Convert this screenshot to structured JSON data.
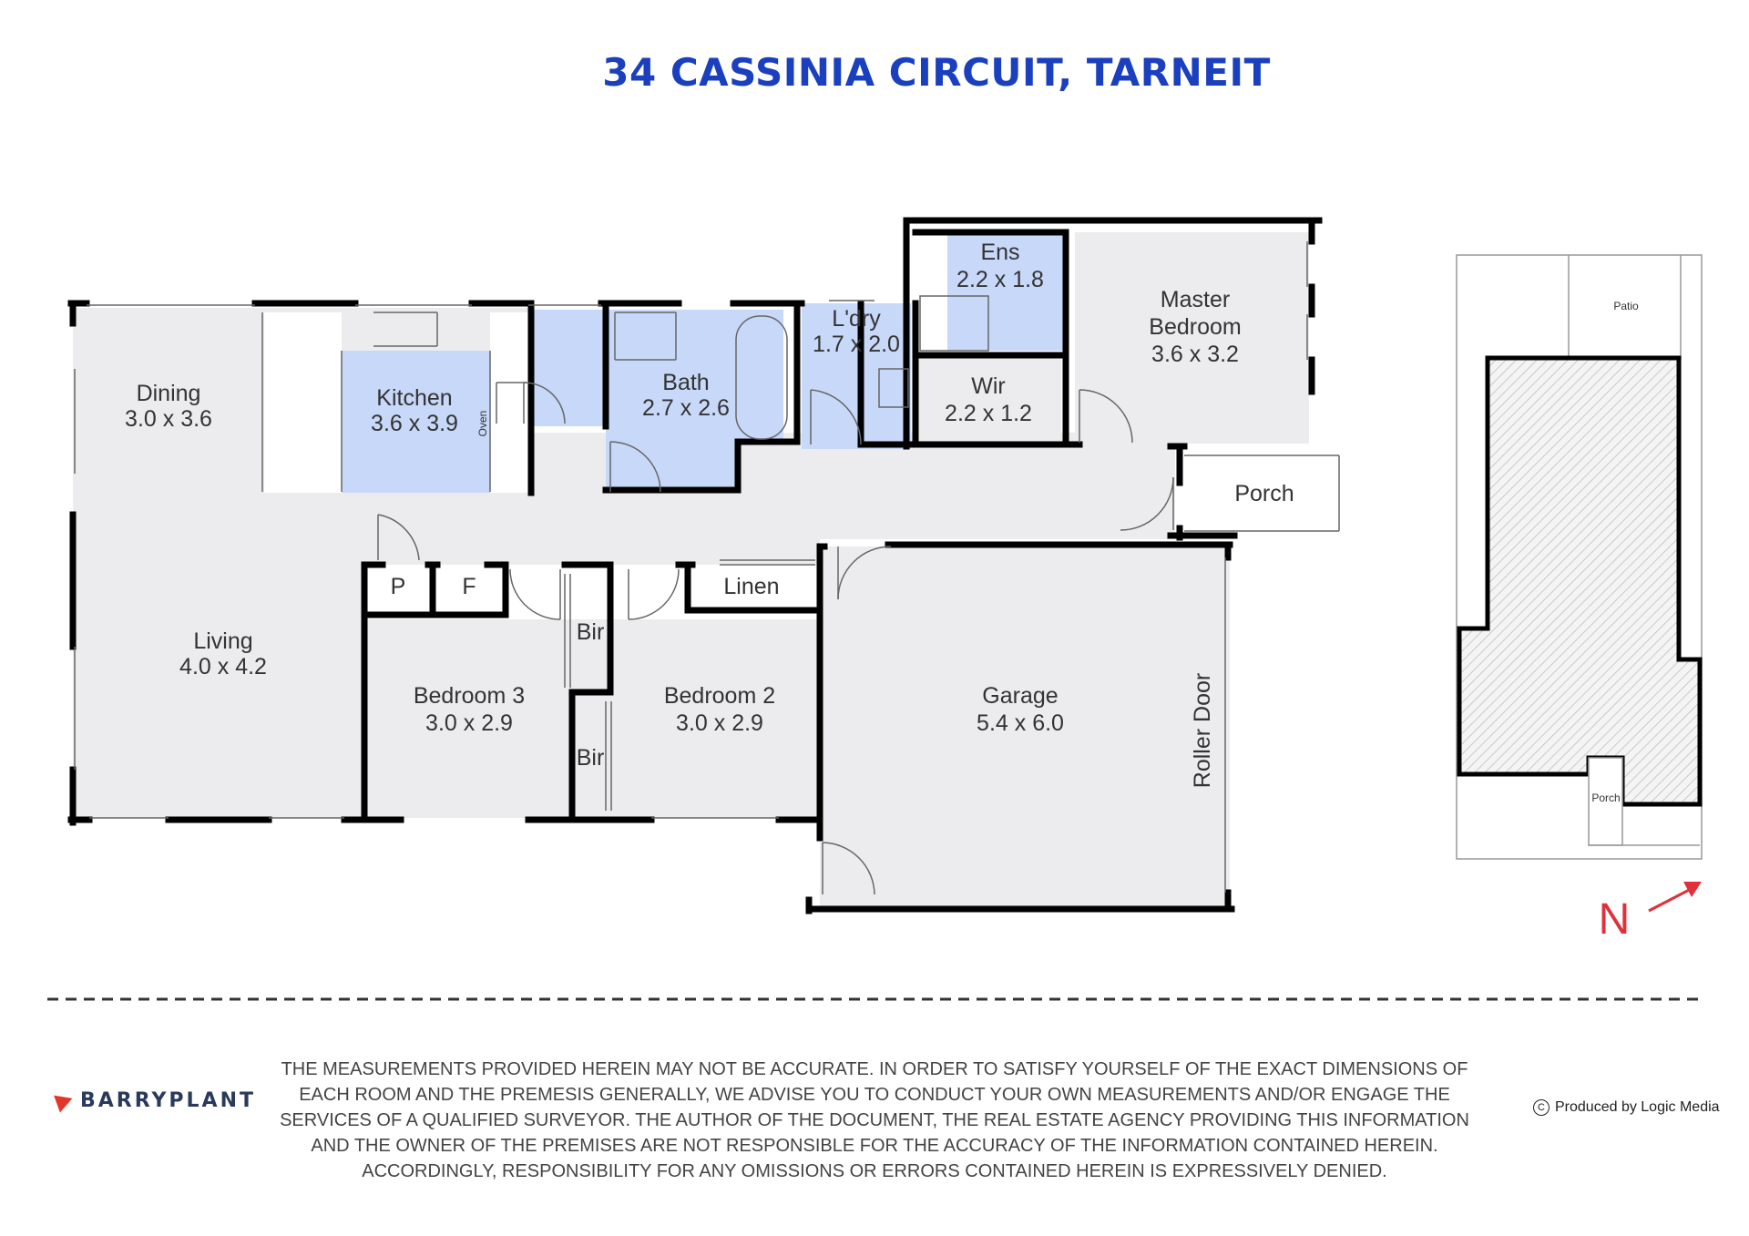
{
  "title": "34 CASSINIA CIRCUIT, TARNEIT",
  "rooms": {
    "dining": {
      "name": "Dining",
      "dims": "3.0 x 3.6"
    },
    "kitchen": {
      "name": "Kitchen",
      "dims": "3.6 x 3.9"
    },
    "oven": "Oven",
    "bath": {
      "name": "Bath",
      "dims": "2.7 x 2.6"
    },
    "laundry": {
      "name": "L'dry",
      "dims": "1.7 x 2.0"
    },
    "ensuite": {
      "name": "Ens",
      "dims": "2.2 x 1.8"
    },
    "wir": {
      "name": "Wir",
      "dims": "2.2 x 1.2"
    },
    "master": {
      "name1": "Master",
      "name2": "Bedroom",
      "dims": "3.6 x 3.2"
    },
    "porch": "Porch",
    "pantry": "P",
    "fridge": "F",
    "linen": "Linen",
    "living": {
      "name": "Living",
      "dims": "4.0 x 4.2"
    },
    "bedroom3": {
      "name": "Bedroom 3",
      "dims": "3.0 x 2.9"
    },
    "bedroom2": {
      "name": "Bedroom 2",
      "dims": "3.0 x 2.9"
    },
    "bir1": "Bir",
    "bir2": "Bir",
    "garage": {
      "name": "Garage",
      "dims": "5.4 x 6.0"
    },
    "roller_door": "Roller Door"
  },
  "site_plan": {
    "patio": "Patio",
    "porch": "Porch"
  },
  "compass": "N",
  "disclaimer": "The measurements provided herein may not be accurate. In order to satisfy yourself of the exact dimensions of each room and the premesis generally, we advise you to conduct your own measurements and/or engage the services of a qualified surveyor. The author of the document, the real estate agency providing this information and the owner of the premises are not responsible for the accuracy of the information contained herein. Accordingly, responsibility for any omissions or errors contained herein is expressively denied.",
  "brand": "BARRYPLANT",
  "credit": "Produced by Logic Media",
  "colors": {
    "title": "#1a3fbf",
    "wet_area": "#c8d8f8",
    "floor": "#ececee",
    "compass": "#e0303a"
  }
}
